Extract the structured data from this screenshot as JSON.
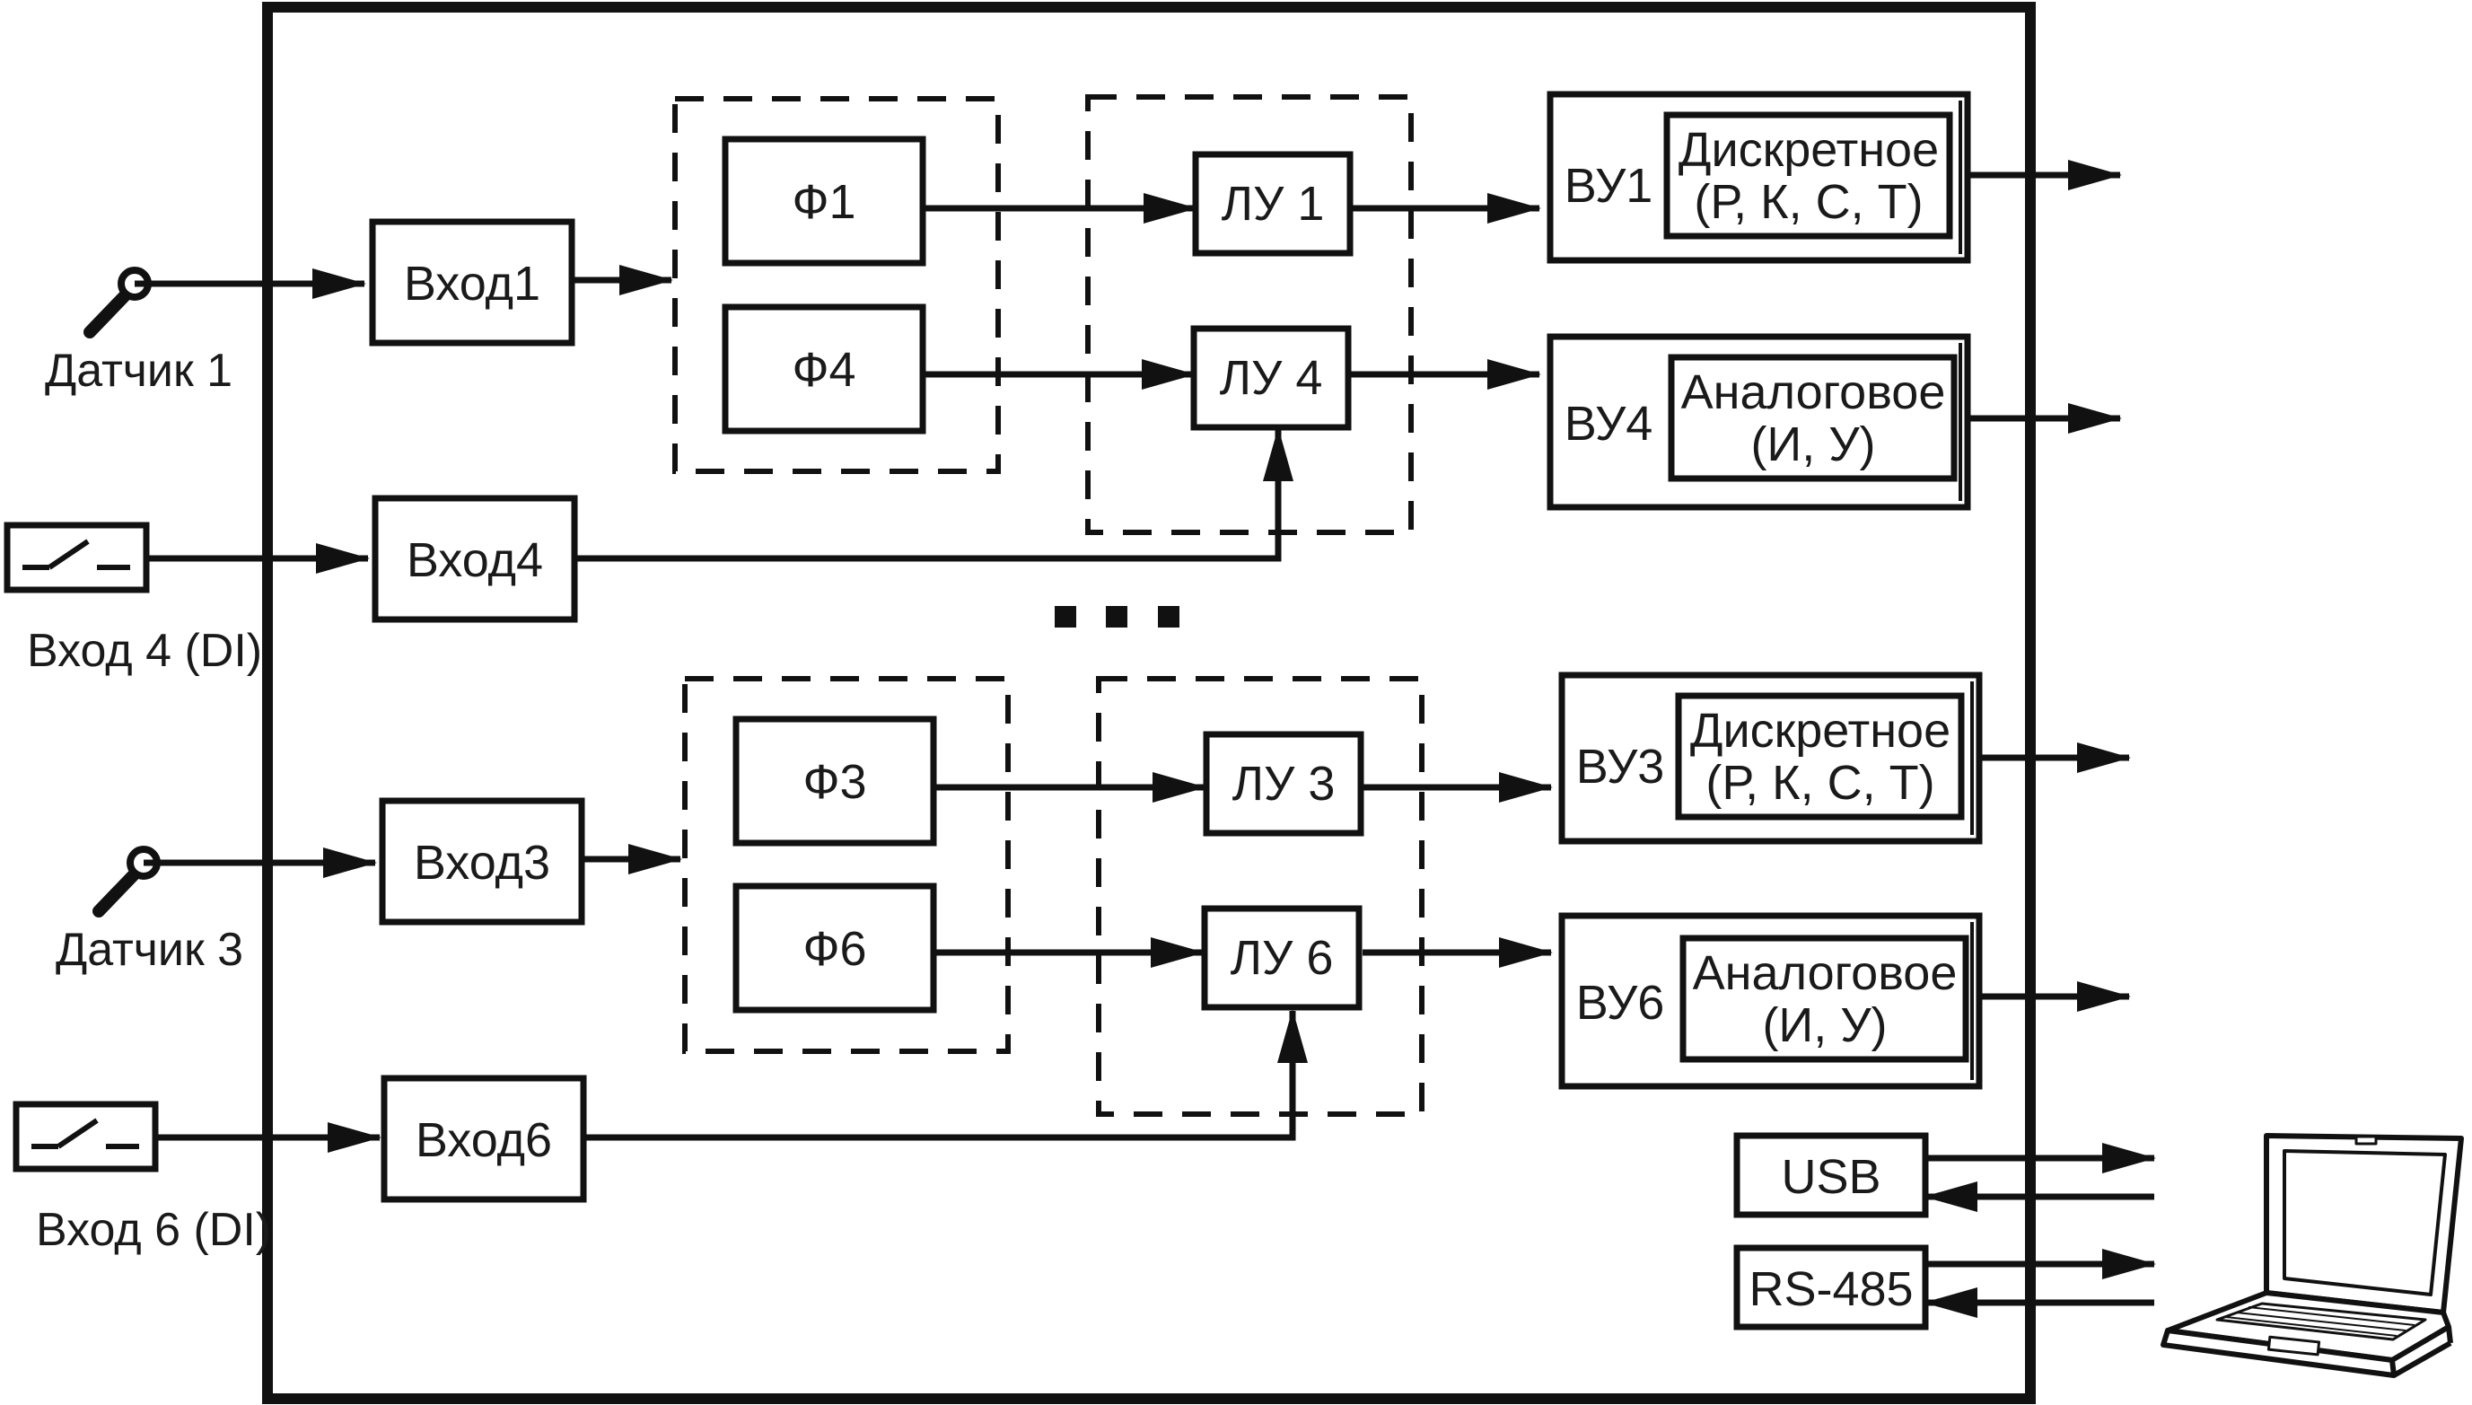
{
  "sensors": {
    "sensor1": "Датчик 1",
    "sensor3": "Датчик 3",
    "di4": "Вход 4 (DI)",
    "di6": "Вход 6 (DI)"
  },
  "inputs": {
    "in1": "Вход1",
    "in4": "Вход4",
    "in3": "Вход3",
    "in6": "Вход6"
  },
  "filters": {
    "f1": "Ф1",
    "f4": "Ф4",
    "f3": "Ф3",
    "f6": "Ф6"
  },
  "logic_units": {
    "lu1": "ЛУ 1",
    "lu4": "ЛУ 4",
    "lu3": "ЛУ 3",
    "lu6": "ЛУ 6"
  },
  "output_devices": {
    "vu1": "ВУ1",
    "vu4": "ВУ4",
    "vu3": "ВУ3",
    "vu6": "ВУ6"
  },
  "output_types": {
    "discrete": "Дискретное",
    "discrete_kinds": "(Р, К, С, Т)",
    "analog": "Аналоговое",
    "analog_kinds": "(И, У)"
  },
  "interfaces": {
    "usb": "USB",
    "rs485": "RS-485"
  },
  "ellipsis": "• • •"
}
